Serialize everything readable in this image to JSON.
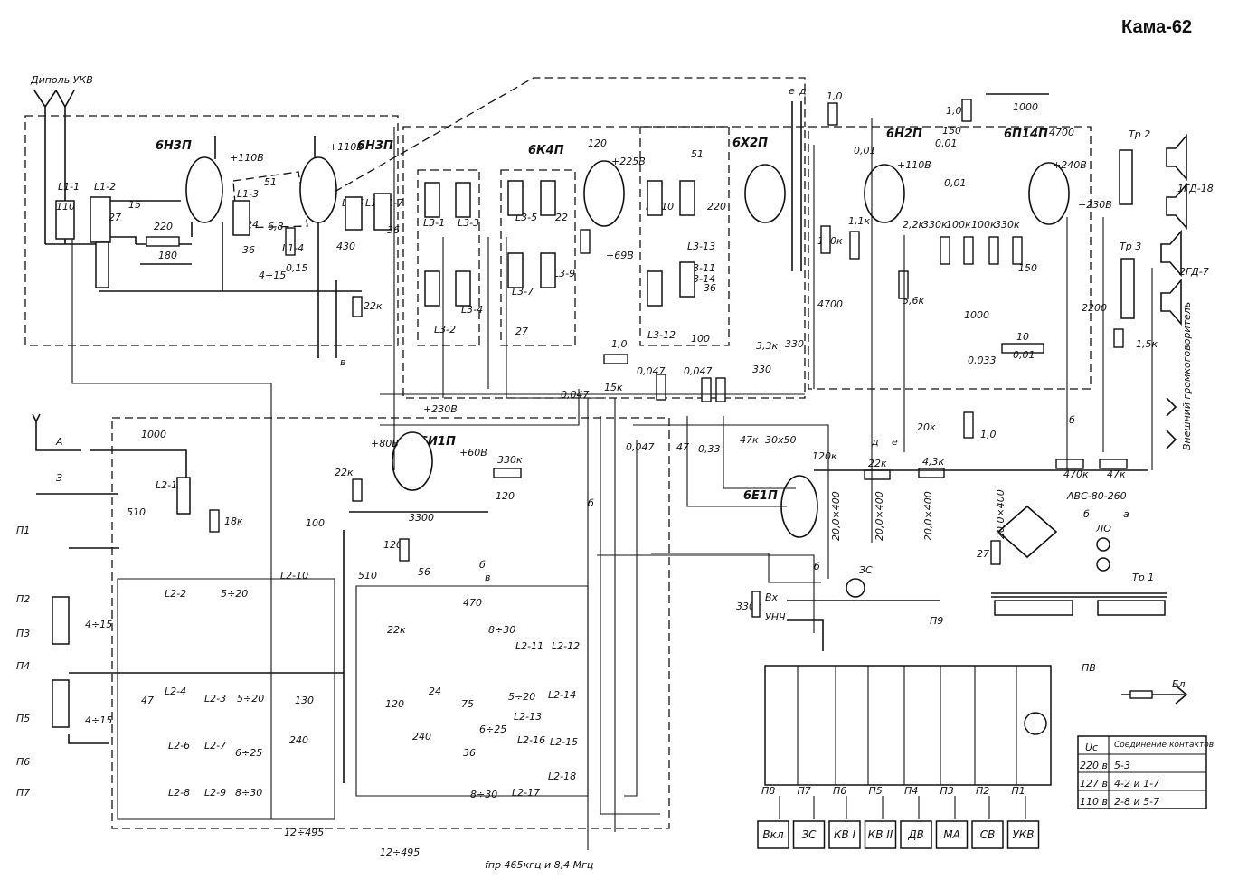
{
  "title": "Кама-62",
  "antenna": {
    "dipole": "Диполь УКВ",
    "ant_a": "А",
    "ground_z": "З"
  },
  "tubes": {
    "t1": "6Н3П",
    "t2": "6Н3П",
    "t3": "6К4П",
    "t4": "6Х2П",
    "t5": "6Н2П",
    "t6": "6П14П",
    "t7": "6И1П",
    "t8": "6Е1П"
  },
  "voltages": {
    "v1": "+110В",
    "v2": "+110В",
    "v3": "+225В",
    "v4": "+69В",
    "v5": "+110В",
    "v6": "+240В",
    "v7": "+230В",
    "v8": "+230В",
    "v9": "+80В",
    "v10": "+60В"
  },
  "components": {
    "c1000a": "1000",
    "c1000b": "1000",
    "c1000c": "1000",
    "c110": "110",
    "c27": "27",
    "c15": "15",
    "r220": "220",
    "c180": "180",
    "c51": "51",
    "c24": "24",
    "c6_8": "6,8",
    "c36": "36",
    "c4_15": "4÷15",
    "r0_15": "0,15",
    "c430": "430",
    "r22k": "22к",
    "c120a": "120",
    "c120b": "120",
    "c4700": "4700",
    "c150": "150",
    "c0_01a": "0,01",
    "c0_01b": "0,01",
    "r1_0a": "1,0",
    "r1_0b": "1,0",
    "r1_0c": "1,0",
    "r120k": "120к",
    "r1_1k": "1,1к",
    "r2_2k": "2,2к",
    "r5_6k": "5,6к",
    "r330k": "330к",
    "r100k": "100к",
    "r150": "150",
    "c4700b": "4700",
    "c0_033": "0,033",
    "r10": "10",
    "r20k": "20к",
    "r1_5k": "1,5к",
    "c2200": "2200",
    "r3_3k": "3,3к",
    "c330": "330",
    "c0_047a": "0,047",
    "c0_047b": "0,047",
    "c0_047c": "0,047",
    "r15k": "15к",
    "c47": "47",
    "r0_33": "0,33",
    "r47k": "47к",
    "c30x50": "30х50",
    "r120k_b": "120к",
    "r4_3k": "4,3к",
    "r22k_b": "22к",
    "c20_400a": "20,0×400",
    "c20_400b": "20,0×400",
    "c20_400c": "20,0×400",
    "c20_400d": "20,0×400",
    "r470k": "470к",
    "r47k_b": "47к",
    "rect": "АВС-80-260",
    "r27": "27",
    "c510a": "510",
    "r18k": "18к",
    "c100": "100",
    "c510b": "510",
    "c56": "56",
    "c3300": "3300",
    "r330k_b": "330к",
    "c470": "470",
    "c8_30a": "8÷30",
    "c8_30b": "8÷30",
    "c5_20a": "5÷20",
    "c5_20b": "5÷20",
    "c6_25a": "6÷25",
    "c6_25b": "6÷25",
    "c130": "130",
    "c240a": "240",
    "c240b": "240",
    "c12_495a": "12÷495",
    "c12_495b": "12÷495",
    "c75": "75",
    "c22": "22"
  },
  "transformers": {
    "tr1": "Тр 1",
    "tr2": "Тр 2",
    "tr3": "Тр 3",
    "spk1": "1ГД-18",
    "spk2": "2ГД-7",
    "ext_spk": "Внешний громкоговоритель",
    "pv": "ПВ",
    "fuse": "Бл",
    "lamp": "ЛО"
  },
  "switch_left": [
    "П1",
    "П2",
    "П3",
    "П4",
    "П5",
    "П6",
    "П7"
  ],
  "ifreq": "fпр 465кгц и 8,4 Мгц",
  "inputs": {
    "vx": "Вх",
    "unch": "УНЧ",
    "zs": "ЗС",
    "p9": "П9"
  },
  "buttons": [
    {
      "p": "П8",
      "label": "Вкл"
    },
    {
      "p": "П7",
      "label": "ЗС"
    },
    {
      "p": "П6",
      "label": "КВ I"
    },
    {
      "p": "П5",
      "label": "КВ II"
    },
    {
      "p": "П4",
      "label": "ДВ"
    },
    {
      "p": "П3",
      "label": "МА"
    },
    {
      "p": "П2",
      "label": "СВ"
    },
    {
      "p": "П1",
      "label": "УКВ"
    }
  ],
  "voltage_table": {
    "headers": [
      "Uc",
      "Соединение контактов"
    ],
    "rows": [
      [
        "220 в",
        "5-3"
      ],
      [
        "127 в",
        "4-2 и 1-7"
      ],
      [
        "110 в",
        "2-8 и 5-7"
      ]
    ]
  },
  "nets": {
    "d": "д",
    "e": "е",
    "v": "в",
    "b": "б",
    "a": "а"
  }
}
